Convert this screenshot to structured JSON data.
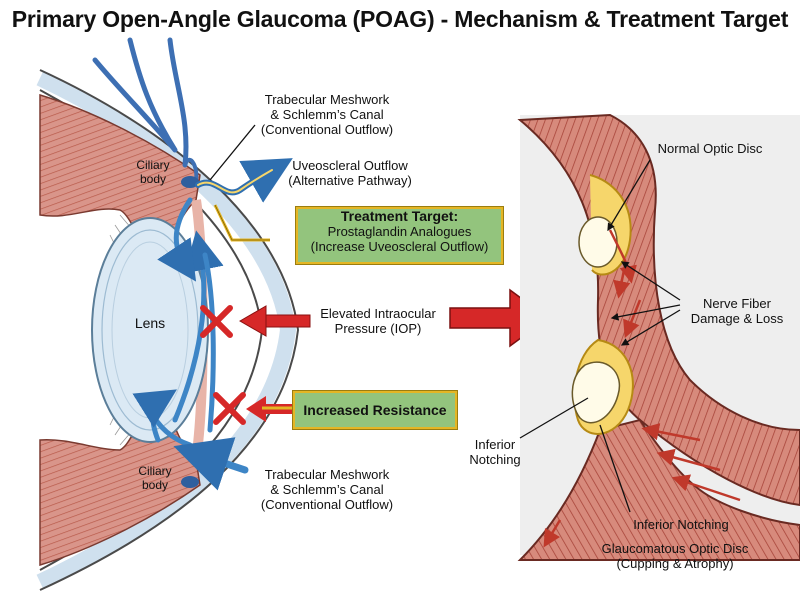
{
  "title": "Primary Open-Angle Glaucoma (POAG) - Mechanism & Treatment Target",
  "left_panel": {
    "tm_top": {
      "line1": "Trabecular Meshwork",
      "line2": "& Schlemm’s Canal",
      "line3": "(Conventional Outflow)"
    },
    "uveoscleral": {
      "line1": "Uveoscleral Outflow",
      "line2": "(Alternative Pathway)"
    },
    "treatment_box": {
      "title": "Treatment Target:",
      "line1": "Prostaglandin Analogues",
      "line2": "(Increase Uveoscleral Outflow)"
    },
    "iop": {
      "line1": "Elevated Intraocular",
      "line2": "Pressure (IOP)"
    },
    "resistance_box": {
      "title": "Increased Resistance"
    },
    "tm_bottom": {
      "line1": "Trabecular Meshwork",
      "line2": "& Schlemm’s Canal",
      "line3": "(Conventional Outflow)"
    },
    "ciliary_top": {
      "line1": "Ciliary",
      "line2": "body"
    },
    "ciliary_bottom": {
      "line1": "Ciliary",
      "line2": "body"
    },
    "lens": "Lens"
  },
  "right_panel": {
    "normal_disc": "Normal Optic Disc",
    "nerve_damage": {
      "line1": "Nerve Fiber",
      "line2": "Damage & Loss"
    },
    "inferior_left": {
      "line1": "Inferior",
      "line2": "Notching"
    },
    "inferior_bottom": "Inferior Notching",
    "glaucomatous": {
      "line1": "Glaucomatous Optic Disc",
      "line2": "(Cupping & Atrophy)"
    }
  },
  "colors": {
    "tissue": "#d9958a",
    "tissue_dark": "#b85a4a",
    "nerve_red": "#c0392b",
    "flow_blue": "#3d85c6",
    "arrow_red": "#d62828",
    "box_green": "#93c47d",
    "box_border": "#e4b625",
    "disc_yellow": "#f6d66b",
    "lens_blue": "#dbe9f4"
  },
  "icons": [
    "blocked-x-icon",
    "red-arrow-icon",
    "blue-flow-arrow-icon"
  ]
}
